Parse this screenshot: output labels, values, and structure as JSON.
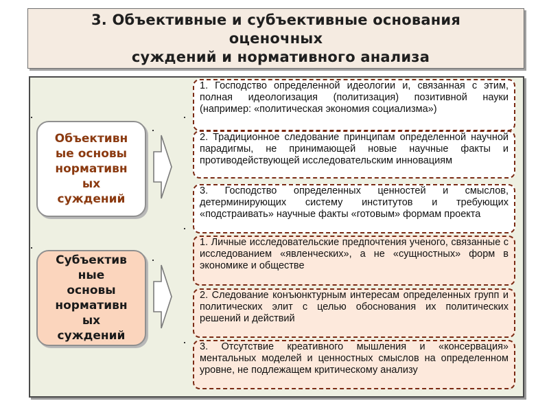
{
  "slide": {
    "title_lines": [
      "3. Объективные и субъективные основания",
      "оценочных",
      "суждений и нормативного анализа"
    ],
    "categories": [
      {
        "label": "Объективные основы нормативных суждений"
      },
      {
        "label": "Субъективные основы нормативных суждений"
      }
    ],
    "objective_items": [
      "1. Господство определенной идеологии и, связанная с этим, полная идеологизация (политизация) позитивной науки (например: «политическая экономия социализма»)",
      "2. Традиционное следование принципам определенной научной парадигмы, не принимающей новые научные факты и противодействующей исследовательским инновациям",
      "3. Господство определенных ценностей и смыслов, детерминирующих систему институтов и требующих «подстраивать» научные факты «готовым» формам проекта"
    ],
    "subjective_items": [
      "1. Личные исследовательские предпочтения ученого, связанные с исследованием «явленческих», а не «сущностных» форм в экономике и обществе",
      "2. Следование конъюнктурным интересам определенных групп и политических элит с целью обоснования их политических решений и действий",
      "3. Отсутствие креативного мышления и «консервация» ментальных моделей и ценностных смыслов на определенном уровне, не подлежащем критическому анализу"
    ],
    "colors": {
      "title_bg": "#f5ebe1",
      "panel_bg": "#eef0e2",
      "objective_text": "#8b3a10",
      "subjective_bg": "#fbd5bd",
      "item_border": "#7a2a14",
      "subjective_item_bg": "#fde9dc"
    }
  }
}
